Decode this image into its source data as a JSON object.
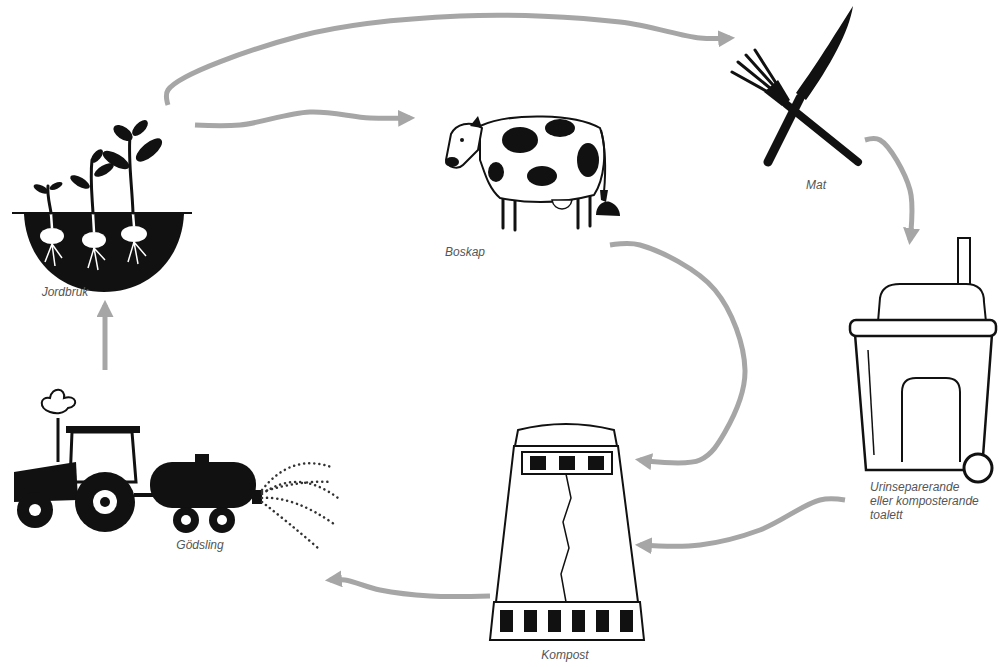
{
  "diagram": {
    "nodes": [
      {
        "text": [
          "Jordbruk"
        ]
      },
      {
        "text": [
          "Boskap"
        ]
      },
      {
        "text": [
          "Mat"
        ]
      },
      {
        "text": [
          "Urinseparerande eller komposterande toalett"
        ]
      },
      {
        "text": [
          "Gödsling"
        ]
      },
      {
        "text": [
          "Kompost"
        ]
      }
    ],
    "edges": [
      {
        "from": 0,
        "to": 2,
        "arrow": "to"
      },
      {
        "from": 0,
        "to": 1,
        "arrow": "to"
      },
      {
        "from": 2,
        "to": 3,
        "arrow": "to"
      },
      {
        "from": 1,
        "to": 5,
        "arrow": "to"
      },
      {
        "from": 3,
        "to": 5,
        "arrow": "to"
      },
      {
        "from": 5,
        "to": 4,
        "arrow": "to"
      },
      {
        "from": 4,
        "to": 0,
        "arrow": "to"
      }
    ]
  }
}
